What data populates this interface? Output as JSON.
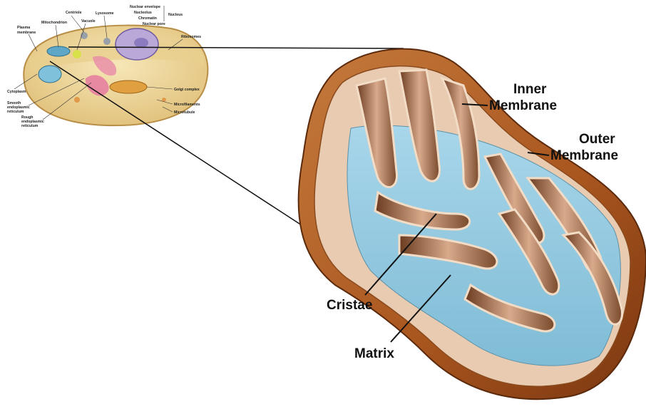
{
  "labels": {
    "inner_line1": "Inner",
    "inner_line2": "Membrane",
    "outer_line1": "Outer",
    "outer_line2": "Membrane",
    "cristae": "Cristae",
    "matrix": "Matrix"
  },
  "cell_labels": {
    "plasma_membrane_1": "Plasma",
    "plasma_membrane_2": "membrane",
    "mitochondrion": "Mitochondrion",
    "centriole": "Centriole",
    "vacuole": "Vacuole",
    "lysosome": "Lysosome",
    "nuclear_envelope": "Nuclear envelope",
    "nucleolus": "Nucleolus",
    "chromatin": "Chromatin",
    "nucleus": "Nucleus",
    "nuclear_pore": "Nuclear pore",
    "ribosomes": "Ribosomes",
    "cytoplasm": "Cytoplasm",
    "smooth_er_1": "Smooth",
    "smooth_er_2": "endoplasmic",
    "smooth_er_3": "reticulum",
    "rough_er_1": "Rough",
    "rough_er_2": "endoplasmic",
    "rough_er_3": "reticulum",
    "golgi": "Golgi complex",
    "microfilaments": "Microfilaments",
    "microtubule": "Microtubule"
  },
  "colors": {
    "outer_membrane": "#b8642a",
    "outer_membrane_dark": "#7a3a14",
    "inner_membrane": "#d9b08f",
    "matrix": "#8fc7df",
    "cell_body": "#f0dca0",
    "nucleus": "#b9a8d8"
  }
}
